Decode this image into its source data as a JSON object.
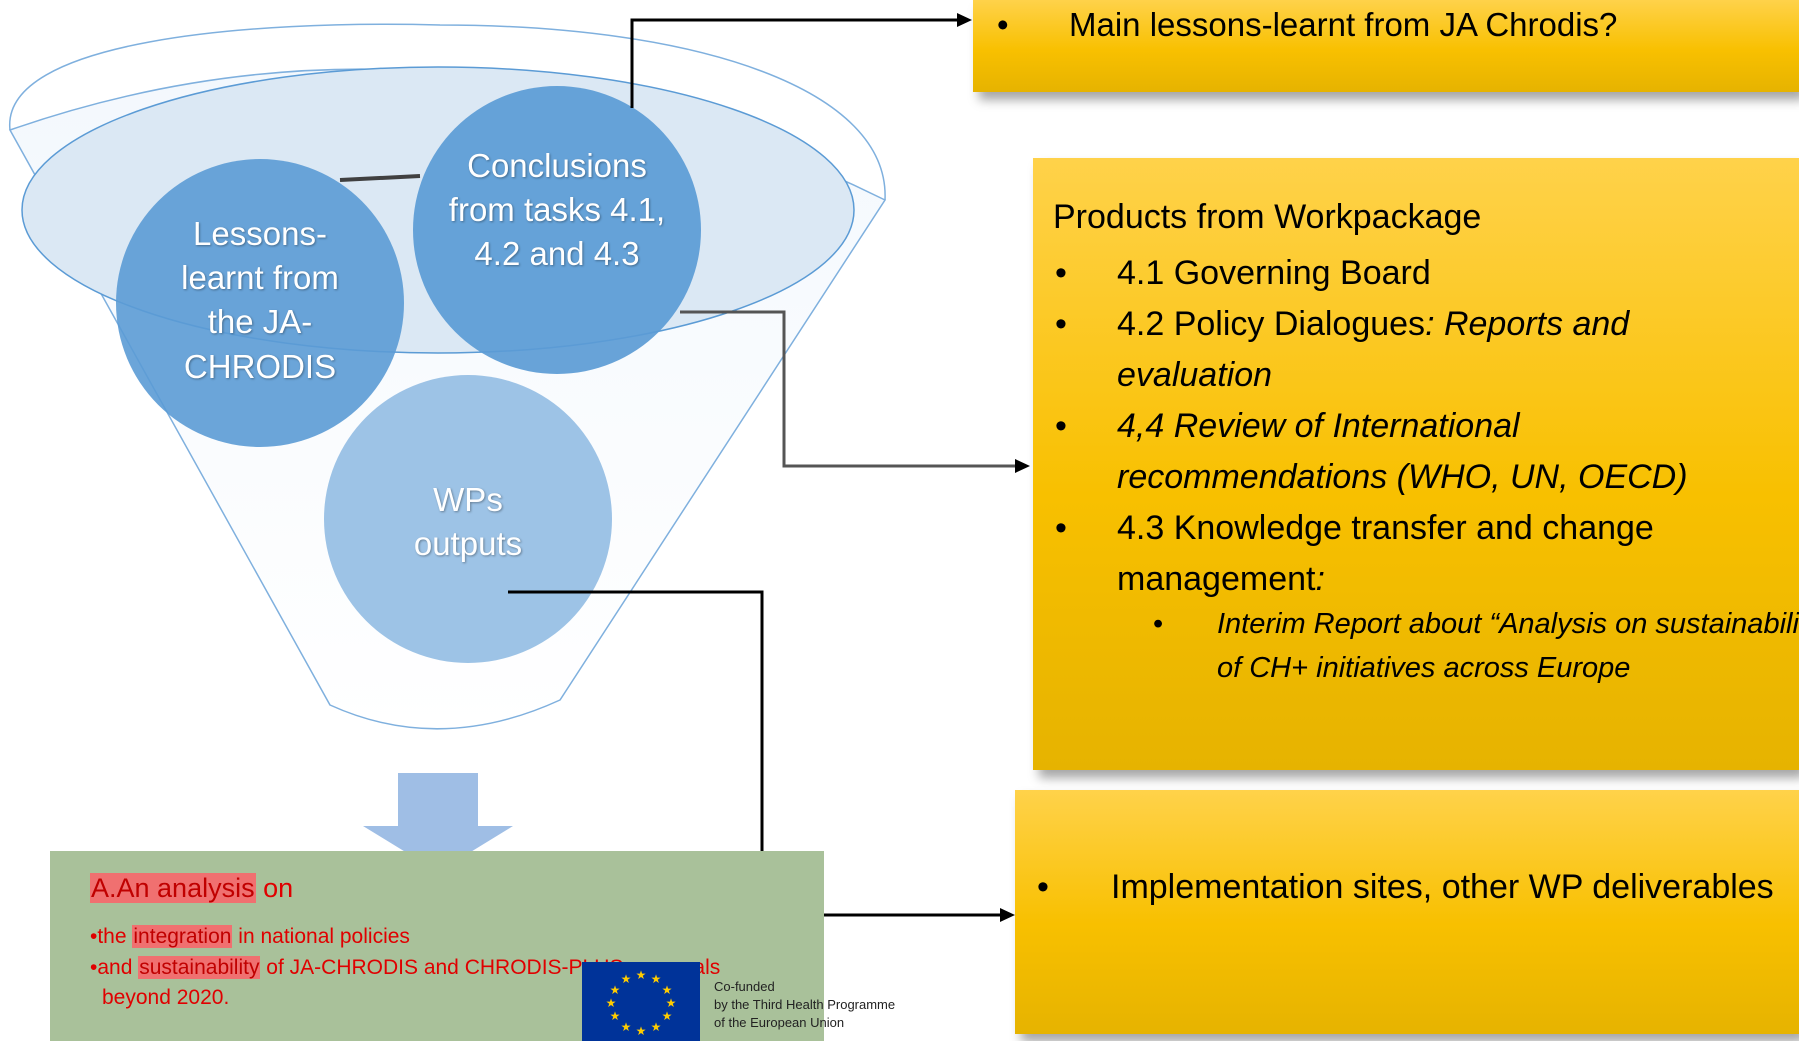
{
  "funnel": {
    "circles": {
      "lessons_learnt": "Lessons-learnt from the JA-CHRODIS",
      "conclusions": "Conclusions from tasks 4.1, 4.2 and 4.3",
      "wps_outputs": "WPs outputs"
    }
  },
  "box_top": {
    "bullet": "•",
    "text": "Main lessons-learnt from JA Chrodis?"
  },
  "box_middle": {
    "heading": "Products from Workpackage",
    "items": [
      {
        "bullet": "•",
        "text": "4.1 Governing Board"
      },
      {
        "bullet": "•",
        "text_regular": "4.2 Policy Dialogues",
        "text_italic": ": Reports and evaluation"
      },
      {
        "bullet": "•",
        "text_italic": "4,4 Review of International recommendations (WHO, UN, OECD)"
      },
      {
        "bullet": "•",
        "text_regular": "4.3 Knowledge transfer and change management",
        "text_italic": ":"
      }
    ],
    "subitem": {
      "bullet": "•",
      "text": "Interim Report about “Analysis on sustainability of CH+ initiatives across Europe"
    }
  },
  "box_bottom": {
    "bullet": "•",
    "text": "Implementation sites, other WP deliverables"
  },
  "analysis_box": {
    "title_highlight": "A.An analysis",
    "title_rest": " on",
    "line1_prefix": "•the ",
    "line1_highlight": "integration",
    "line1_rest": " in national policies",
    "line2_prefix": "•and ",
    "line2_highlight": "sustainability",
    "line2_mid": " of JA-CHRODIS and CHRODIS-PLUS proposals",
    "line2_cont": "beyond 2020."
  },
  "eu_logo": {
    "line1": "Co-funded",
    "line2": "by the Third Health Programme",
    "line3": "of the European Union"
  },
  "colors": {
    "circle_dark": "#5b9bd5",
    "circle_light": "#9dc3e6",
    "box_yellow": "#f8c000",
    "analysis_green": "#a9c19a",
    "highlight_red": "#e00000",
    "eu_blue": "#003399",
    "eu_star": "#ffcc00"
  }
}
